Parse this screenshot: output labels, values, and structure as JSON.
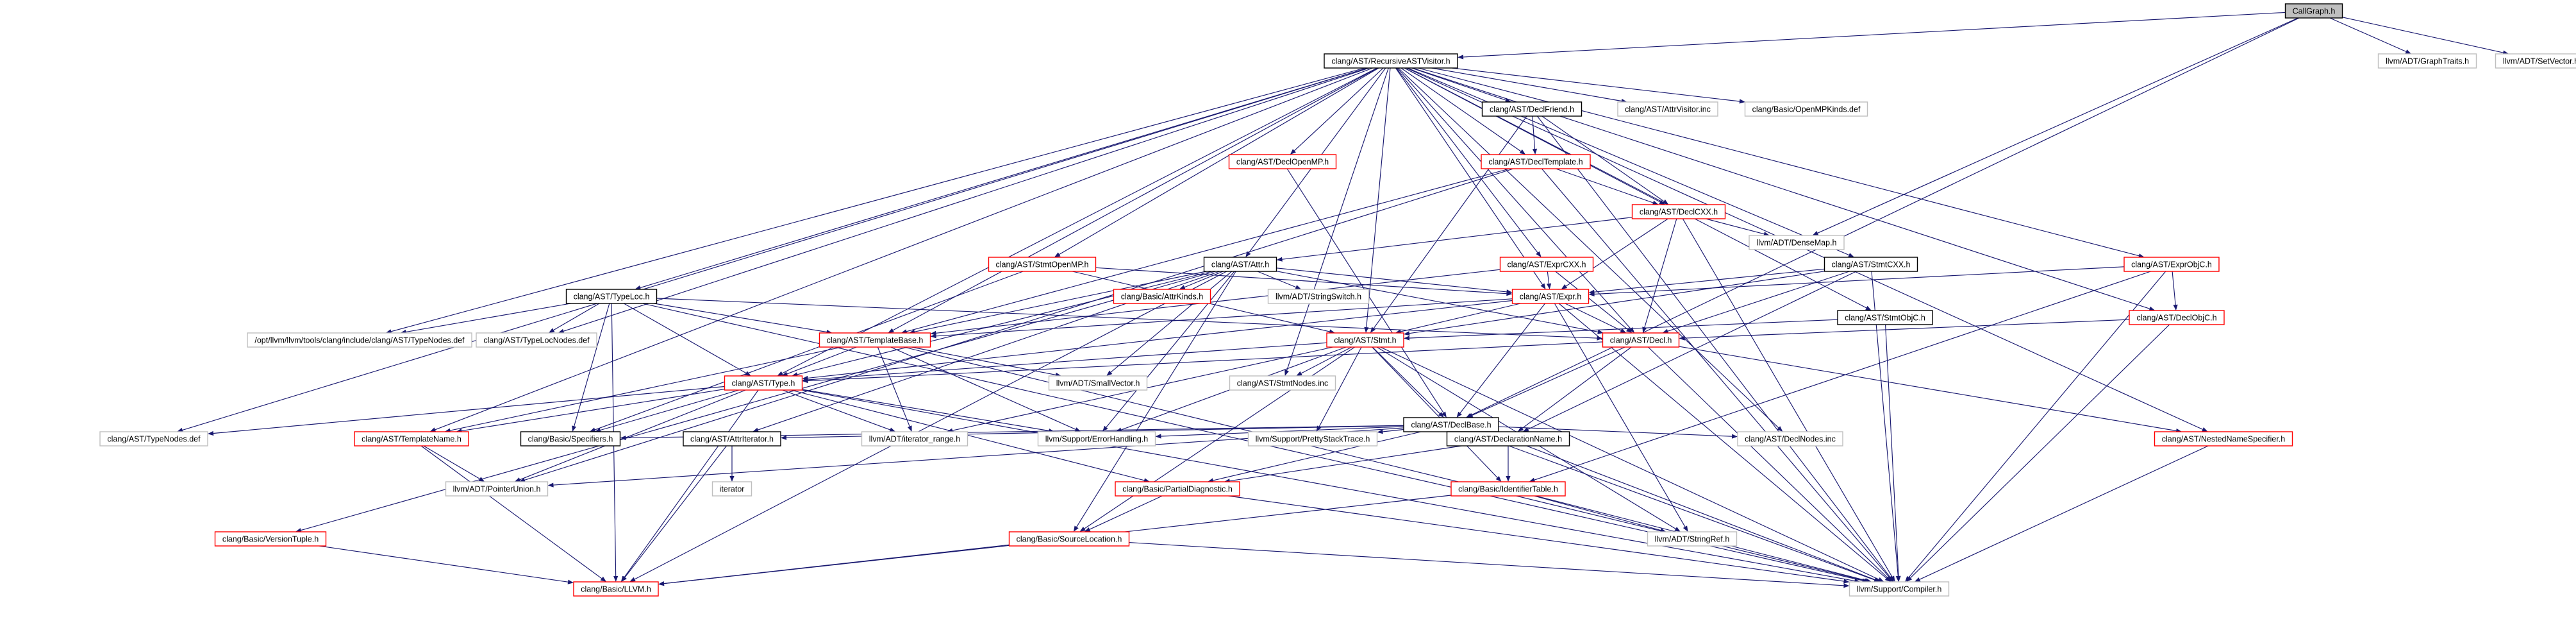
{
  "diagram": {
    "type": "include-dependency-graph",
    "colors": {
      "edge": "#191970",
      "root_fill": "#bfbfbf",
      "root_border": "#000000",
      "node_fill": "#ffffff",
      "documented_border": "#000000",
      "undocumented_border": "#ff0000",
      "external_border": "#bfbfbf",
      "text": "#000000",
      "external_text": "#000000"
    },
    "nodes": [
      {
        "id": "callgraph",
        "label": "CallGraph.h",
        "kind": "root"
      },
      {
        "id": "rav",
        "label": "clang/AST/RecursiveASTVisitor.h",
        "kind": "documented"
      },
      {
        "id": "graphtraits",
        "label": "llvm/ADT/GraphTraits.h",
        "kind": "external"
      },
      {
        "id": "setvector",
        "label": "llvm/ADT/SetVector.h",
        "kind": "external"
      },
      {
        "id": "declfriend",
        "label": "clang/AST/DeclFriend.h",
        "kind": "documented"
      },
      {
        "id": "attrvisitor",
        "label": "clang/AST/AttrVisitor.inc",
        "kind": "external"
      },
      {
        "id": "openmpkinds",
        "label": "clang/Basic/OpenMPKinds.def",
        "kind": "external"
      },
      {
        "id": "declopenmp",
        "label": "clang/AST/DeclOpenMP.h",
        "kind": "undocumented"
      },
      {
        "id": "decltemplate",
        "label": "clang/AST/DeclTemplate.h",
        "kind": "undocumented"
      },
      {
        "id": "declcxx",
        "label": "clang/AST/DeclCXX.h",
        "kind": "undocumented"
      },
      {
        "id": "densemap",
        "label": "llvm/ADT/DenseMap.h",
        "kind": "external"
      },
      {
        "id": "stmtopenmp",
        "label": "clang/AST/StmtOpenMP.h",
        "kind": "undocumented"
      },
      {
        "id": "attr",
        "label": "clang/AST/Attr.h",
        "kind": "documented"
      },
      {
        "id": "exprcxx",
        "label": "clang/AST/ExprCXX.h",
        "kind": "undocumented"
      },
      {
        "id": "stmtcxx",
        "label": "clang/AST/StmtCXX.h",
        "kind": "documented"
      },
      {
        "id": "exprobjc",
        "label": "clang/AST/ExprObjC.h",
        "kind": "undocumented"
      },
      {
        "id": "typeloc",
        "label": "clang/AST/TypeLoc.h",
        "kind": "documented"
      },
      {
        "id": "attrkinds",
        "label": "clang/Basic/AttrKinds.h",
        "kind": "undocumented"
      },
      {
        "id": "stringswitch",
        "label": "llvm/ADT/StringSwitch.h",
        "kind": "external"
      },
      {
        "id": "expr",
        "label": "clang/AST/Expr.h",
        "kind": "undocumented"
      },
      {
        "id": "stmtobjc",
        "label": "clang/AST/StmtObjC.h",
        "kind": "documented"
      },
      {
        "id": "declobjc",
        "label": "clang/AST/DeclObjC.h",
        "kind": "undocumented"
      },
      {
        "id": "typenodesopt",
        "label": "/opt/llvm/llvm/tools/clang/include/clang/AST/TypeNodes.def",
        "kind": "external"
      },
      {
        "id": "typelocnodes",
        "label": "clang/AST/TypeLocNodes.def",
        "kind": "external"
      },
      {
        "id": "templatebase",
        "label": "clang/AST/TemplateBase.h",
        "kind": "undocumented"
      },
      {
        "id": "stmt",
        "label": "clang/AST/Stmt.h",
        "kind": "undocumented"
      },
      {
        "id": "decl",
        "label": "clang/AST/Decl.h",
        "kind": "undocumented"
      },
      {
        "id": "type",
        "label": "clang/AST/Type.h",
        "kind": "undocumented"
      },
      {
        "id": "smallvector",
        "label": "llvm/ADT/SmallVector.h",
        "kind": "external"
      },
      {
        "id": "stmtnodes",
        "label": "clang/AST/StmtNodes.inc",
        "kind": "external"
      },
      {
        "id": "declbase",
        "label": "clang/AST/DeclBase.h",
        "kind": "documented"
      },
      {
        "id": "typenodes",
        "label": "clang/AST/TypeNodes.def",
        "kind": "external"
      },
      {
        "id": "templatename",
        "label": "clang/AST/TemplateName.h",
        "kind": "undocumented"
      },
      {
        "id": "specifiers",
        "label": "clang/Basic/Specifiers.h",
        "kind": "documented"
      },
      {
        "id": "attriterator",
        "label": "clang/AST/AttrIterator.h",
        "kind": "documented"
      },
      {
        "id": "iteratorrange",
        "label": "llvm/ADT/iterator_range.h",
        "kind": "external"
      },
      {
        "id": "errorhandling",
        "label": "llvm/Support/ErrorHandling.h",
        "kind": "external"
      },
      {
        "id": "prettystack",
        "label": "llvm/Support/PrettyStackTrace.h",
        "kind": "external"
      },
      {
        "id": "declname",
        "label": "clang/AST/DeclarationName.h",
        "kind": "documented"
      },
      {
        "id": "declnodes",
        "label": "clang/AST/DeclNodes.inc",
        "kind": "external"
      },
      {
        "id": "nns",
        "label": "clang/AST/NestedNameSpecifier.h",
        "kind": "undocumented"
      },
      {
        "id": "pointerunion",
        "label": "llvm/ADT/PointerUnion.h",
        "kind": "external"
      },
      {
        "id": "iterator",
        "label": "iterator",
        "kind": "external"
      },
      {
        "id": "partialdiag",
        "label": "clang/Basic/PartialDiagnostic.h",
        "kind": "undocumented"
      },
      {
        "id": "identtable",
        "label": "clang/Basic/IdentifierTable.h",
        "kind": "undocumented"
      },
      {
        "id": "versiontuple",
        "label": "clang/Basic/VersionTuple.h",
        "kind": "undocumented"
      },
      {
        "id": "srcloc",
        "label": "clang/Basic/SourceLocation.h",
        "kind": "undocumented"
      },
      {
        "id": "stringref",
        "label": "llvm/ADT/StringRef.h",
        "kind": "external"
      },
      {
        "id": "llvmh",
        "label": "clang/Basic/LLVM.h",
        "kind": "undocumented"
      },
      {
        "id": "compiler",
        "label": "llvm/Support/Compiler.h",
        "kind": "external"
      }
    ],
    "edges": [
      [
        "callgraph",
        "rav"
      ],
      [
        "callgraph",
        "graphtraits"
      ],
      [
        "callgraph",
        "setvector"
      ],
      [
        "callgraph",
        "densemap"
      ],
      [
        "callgraph",
        "declbase"
      ],
      [
        "rav",
        "declfriend"
      ],
      [
        "rav",
        "attrvisitor"
      ],
      [
        "rav",
        "openmpkinds"
      ],
      [
        "rav",
        "declopenmp"
      ],
      [
        "rav",
        "decltemplate"
      ],
      [
        "rav",
        "declcxx"
      ],
      [
        "rav",
        "stmtopenmp"
      ],
      [
        "rav",
        "attr"
      ],
      [
        "rav",
        "exprcxx"
      ],
      [
        "rav",
        "stmtcxx"
      ],
      [
        "rav",
        "exprobjc"
      ],
      [
        "rav",
        "typeloc"
      ],
      [
        "rav",
        "expr"
      ],
      [
        "rav",
        "stmtobjc"
      ],
      [
        "rav",
        "declobjc"
      ],
      [
        "rav",
        "typenodesopt"
      ],
      [
        "rav",
        "typelocnodes"
      ],
      [
        "rav",
        "templatebase"
      ],
      [
        "rav",
        "stmt"
      ],
      [
        "rav",
        "decl"
      ],
      [
        "rav",
        "type"
      ],
      [
        "rav",
        "stmtnodes"
      ],
      [
        "rav",
        "typenodes"
      ],
      [
        "rav",
        "templatename"
      ],
      [
        "rav",
        "declnodes"
      ],
      [
        "rav",
        "nns"
      ],
      [
        "declfriend",
        "decltemplate"
      ],
      [
        "declfriend",
        "declcxx"
      ],
      [
        "declfriend",
        "compiler"
      ],
      [
        "declfriend",
        "stmt"
      ],
      [
        "decltemplate",
        "declcxx"
      ],
      [
        "decltemplate",
        "templatebase"
      ],
      [
        "decltemplate",
        "pointerunion"
      ],
      [
        "decltemplate",
        "compiler"
      ],
      [
        "declcxx",
        "attr"
      ],
      [
        "declcxx",
        "decl"
      ],
      [
        "declcxx",
        "expr"
      ],
      [
        "declcxx",
        "densemap"
      ],
      [
        "declcxx",
        "compiler"
      ],
      [
        "declopenmp",
        "declbase"
      ],
      [
        "stmtopenmp",
        "stmt"
      ],
      [
        "stmtopenmp",
        "expr"
      ],
      [
        "stmtopenmp",
        "specifiers"
      ],
      [
        "attr",
        "expr"
      ],
      [
        "attr",
        "type"
      ],
      [
        "attr",
        "attrkinds"
      ],
      [
        "attr",
        "stringswitch"
      ],
      [
        "attr",
        "decl"
      ],
      [
        "attr",
        "templatebase"
      ],
      [
        "attr",
        "attriterator"
      ],
      [
        "attr",
        "smallvector"
      ],
      [
        "attr",
        "errorhandling"
      ],
      [
        "attr",
        "versiontuple"
      ],
      [
        "attr",
        "srcloc"
      ],
      [
        "attr",
        "llvmh"
      ],
      [
        "exprcxx",
        "expr"
      ],
      [
        "exprcxx",
        "decl"
      ],
      [
        "exprcxx",
        "templatebase"
      ],
      [
        "stmtcxx",
        "stmt"
      ],
      [
        "stmtcxx",
        "decl"
      ],
      [
        "stmtcxx",
        "expr"
      ],
      [
        "stmtcxx",
        "declname"
      ],
      [
        "stmtcxx",
        "compiler"
      ],
      [
        "exprobjc",
        "expr"
      ],
      [
        "exprobjc",
        "declobjc"
      ],
      [
        "exprobjc",
        "identtable"
      ],
      [
        "exprobjc",
        "compiler"
      ],
      [
        "declobjc",
        "decl"
      ],
      [
        "declobjc",
        "compiler"
      ],
      [
        "stmtobjc",
        "stmt"
      ],
      [
        "stmtobjc",
        "compiler"
      ],
      [
        "typeloc",
        "type"
      ],
      [
        "typeloc",
        "decl"
      ],
      [
        "typeloc",
        "templatebase"
      ],
      [
        "typeloc",
        "typenodesopt"
      ],
      [
        "typeloc",
        "typelocnodes"
      ],
      [
        "typeloc",
        "specifiers"
      ],
      [
        "typeloc",
        "llvmh"
      ],
      [
        "typeloc",
        "compiler"
      ],
      [
        "expr",
        "stmt"
      ],
      [
        "expr",
        "decl"
      ],
      [
        "expr",
        "type"
      ],
      [
        "expr",
        "templatebase"
      ],
      [
        "expr",
        "declbase"
      ],
      [
        "expr",
        "compiler"
      ],
      [
        "expr",
        "stringref"
      ],
      [
        "templatebase",
        "type"
      ],
      [
        "templatebase",
        "smallvector"
      ],
      [
        "templatebase",
        "iteratorrange"
      ],
      [
        "templatebase",
        "errorhandling"
      ],
      [
        "templatebase",
        "templatename"
      ],
      [
        "templatebase",
        "compiler"
      ],
      [
        "stmt",
        "declbase"
      ],
      [
        "stmt",
        "stmtnodes"
      ],
      [
        "stmt",
        "errorhandling"
      ],
      [
        "stmt",
        "prettystack"
      ],
      [
        "stmt",
        "identtable"
      ],
      [
        "stmt",
        "srcloc"
      ],
      [
        "stmt",
        "compiler"
      ],
      [
        "stmt",
        "type"
      ],
      [
        "stmt",
        "stringref"
      ],
      [
        "stmt",
        "iteratorrange"
      ],
      [
        "decl",
        "declbase"
      ],
      [
        "decl",
        "declname"
      ],
      [
        "decl",
        "compiler"
      ],
      [
        "decl",
        "nns"
      ],
      [
        "decl",
        "type"
      ],
      [
        "type",
        "typenodes"
      ],
      [
        "type",
        "templatename"
      ],
      [
        "type",
        "specifiers"
      ],
      [
        "type",
        "iteratorrange"
      ],
      [
        "type",
        "errorhandling"
      ],
      [
        "type",
        "partialdiag"
      ],
      [
        "type",
        "pointerunion"
      ],
      [
        "type",
        "llvmh"
      ],
      [
        "type",
        "compiler"
      ],
      [
        "declbase",
        "attriterator"
      ],
      [
        "declbase",
        "declnodes"
      ],
      [
        "declbase",
        "declname"
      ],
      [
        "declbase",
        "specifiers"
      ],
      [
        "declbase",
        "prettystack"
      ],
      [
        "declbase",
        "pointerunion"
      ],
      [
        "declbase",
        "compiler"
      ],
      [
        "declbase",
        "errorhandling"
      ],
      [
        "declbase",
        "partialdiag"
      ],
      [
        "templatename",
        "pointerunion"
      ],
      [
        "templatename",
        "llvmh"
      ],
      [
        "attriterator",
        "iterator"
      ],
      [
        "attriterator",
        "llvmh"
      ],
      [
        "declname",
        "identtable"
      ],
      [
        "declname",
        "partialdiag"
      ],
      [
        "declname",
        "compiler"
      ],
      [
        "nns",
        "compiler"
      ],
      [
        "partialdiag",
        "srcloc"
      ],
      [
        "partialdiag",
        "compiler"
      ],
      [
        "identtable",
        "stringref"
      ],
      [
        "identtable",
        "compiler"
      ],
      [
        "identtable",
        "llvmh"
      ],
      [
        "versiontuple",
        "llvmh"
      ],
      [
        "srcloc",
        "compiler"
      ],
      [
        "srcloc",
        "llvmh"
      ]
    ]
  }
}
